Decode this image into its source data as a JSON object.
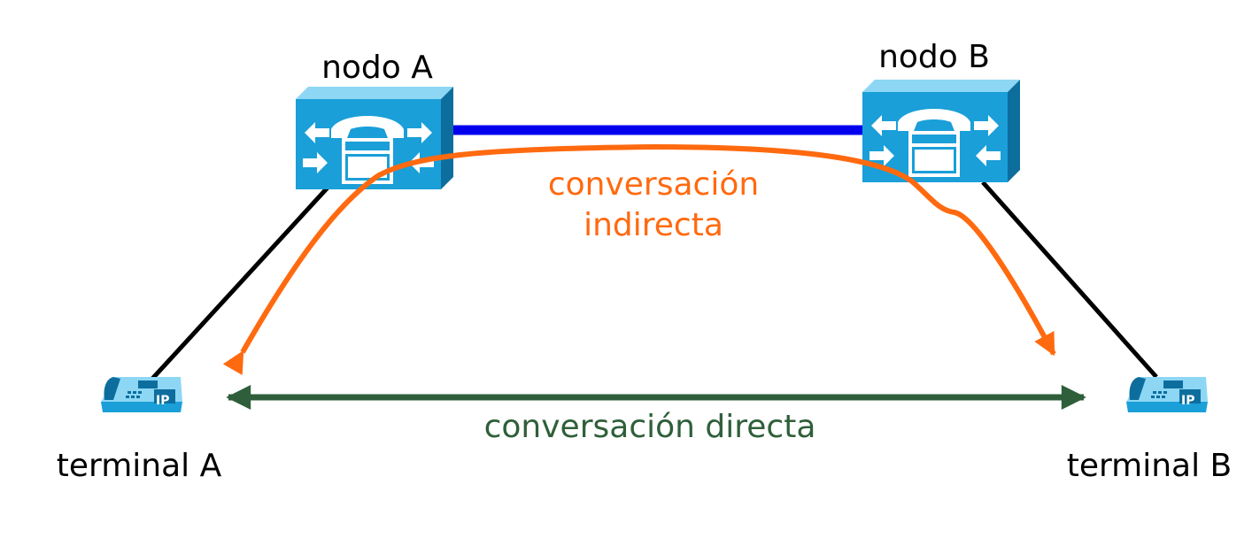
{
  "nodes": {
    "node_a": {
      "label": "nodo A"
    },
    "node_b": {
      "label": "nodo B"
    },
    "terminal_a": {
      "label": "terminal A",
      "badge": "IP"
    },
    "terminal_b": {
      "label": "terminal B",
      "badge": "IP"
    }
  },
  "indirect": {
    "line1": "conversación",
    "line2": "indirecta"
  },
  "direct": {
    "label": "conversación directa"
  },
  "colors": {
    "trunk": "#0000ee",
    "access": "#000000",
    "indirect": "#ff6a10",
    "direct": "#2f5f3a",
    "device_body": "#1a9fd8",
    "device_top": "#8dd7f5",
    "device_side": "#0d6e9e",
    "text": "#000000"
  },
  "icons": {
    "node": "call-manager-icon",
    "terminal": "ip-phone-icon"
  }
}
